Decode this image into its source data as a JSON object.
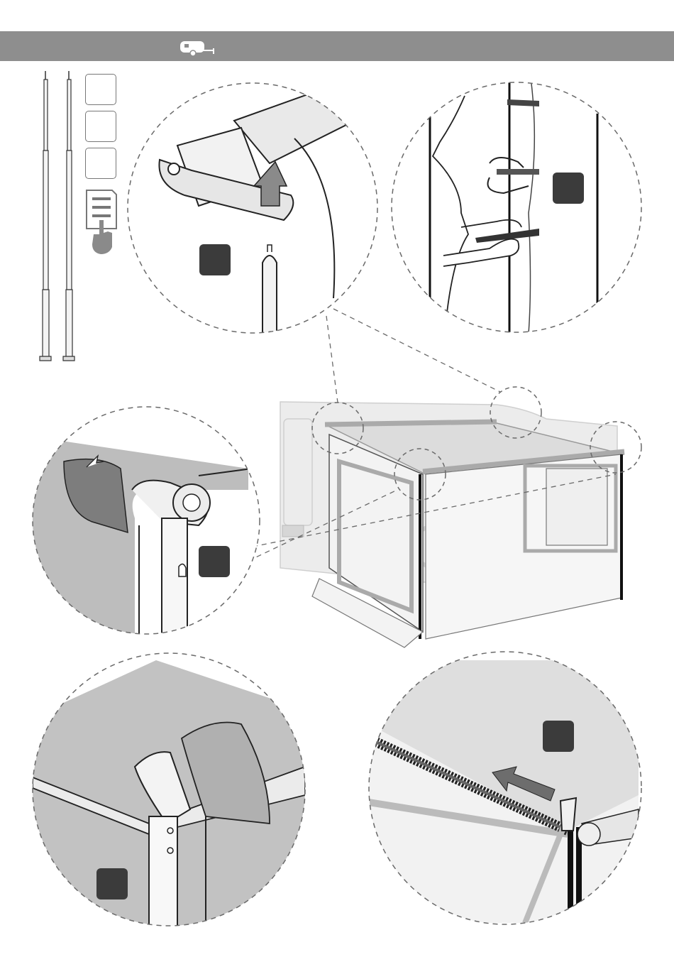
{
  "header": {
    "bar_color": "#8e8e8e",
    "icon": "caravan-icon"
  },
  "sidebar": {
    "checkboxes": [
      "",
      "",
      ""
    ],
    "manual_icon": "instruction-sheet-hand-icon"
  },
  "panels": [
    {
      "name": "rail-clip-detail",
      "step_marker": "step-box"
    },
    {
      "name": "strap-tie-detail",
      "step_marker": "step-box"
    },
    {
      "name": "corner-cap-detail",
      "step_marker": "step-box"
    },
    {
      "name": "overview-awning-room"
    },
    {
      "name": "fabric-corner-detail",
      "step_marker": "step-box"
    },
    {
      "name": "zipper-detail",
      "step_marker": "step-box"
    }
  ],
  "colors": {
    "step_box": "#3b3b3b",
    "fabric": "#a8a8a8",
    "line": "#1a1a1a",
    "dash": "#6a6a6a"
  }
}
